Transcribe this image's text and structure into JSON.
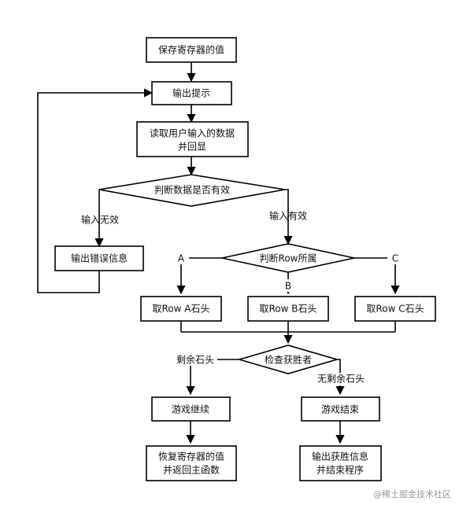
{
  "nodes": {
    "save_regs": "保存寄存器的值",
    "output_prompt": "输出提示",
    "read_input": [
      "读取用户输入的数据",
      "并回显"
    ],
    "check_valid": "判断数据是否有效",
    "output_error": "输出错误信息",
    "check_row": "判断Row所属",
    "take_a": "取Row A石头",
    "take_b": "取Row B石头",
    "take_c": "取Row C石头",
    "check_winner": "检查获胜者",
    "game_continue": "游戏继续",
    "game_end": "游戏结束",
    "restore_regs": [
      "恢复寄存器的值",
      "并返回主函数"
    ],
    "output_winner": [
      "输出获胜信息",
      "并结束程序"
    ]
  },
  "edge_labels": {
    "invalid": "输入无效",
    "valid": "输入有效",
    "a": "A",
    "b": "B",
    "c": "C",
    "remaining": "剩余石头",
    "none_remaining": "无剩余石头"
  },
  "watermark": "@稀土掘金技术社区"
}
